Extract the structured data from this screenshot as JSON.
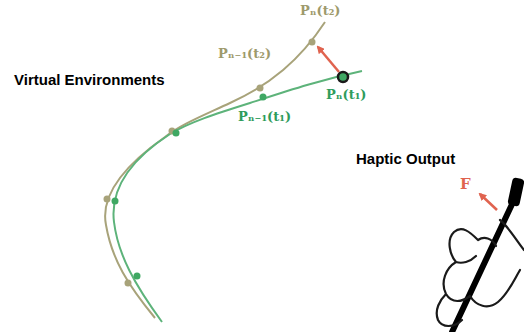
{
  "diagram": {
    "labels": [
      "Virtual Environments",
      "Pₙ(t₂)",
      "Pₙ₋₁(t₂)",
      "Pₙ(t₁)",
      "Pₙ₋₁(t₁)",
      "Haptic Output",
      "F"
    ]
  }
}
